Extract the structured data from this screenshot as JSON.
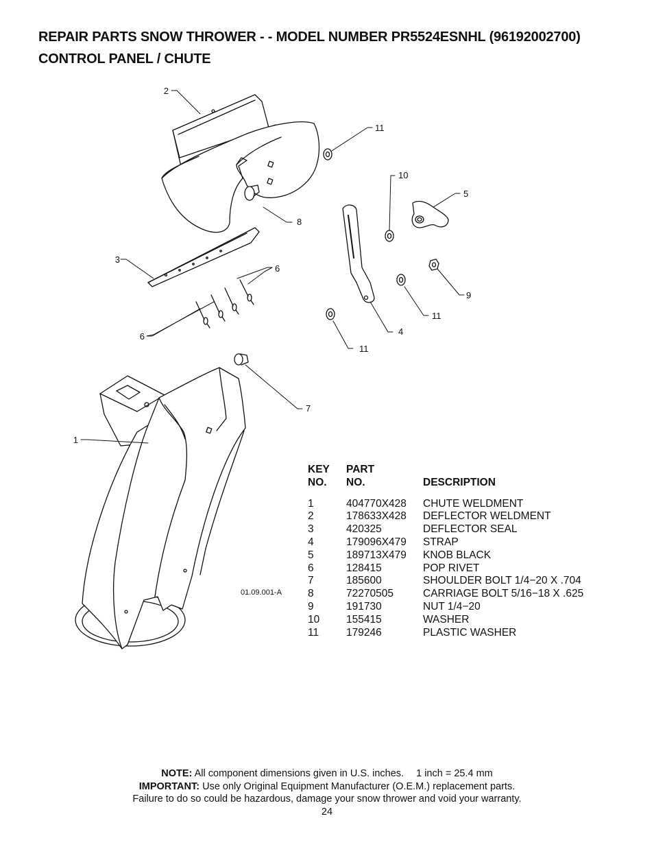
{
  "header": {
    "line1": "REPAIR PARTS SNOW THROWER - - MODEL NUMBER PR5524ESNHL (96192002700)",
    "line2": "CONTROL PANEL / CHUTE"
  },
  "diagram": {
    "drawing_code": "01.09.001-A",
    "callouts": [
      "1",
      "2",
      "3",
      "4",
      "5",
      "6",
      "6",
      "7",
      "8",
      "9",
      "10",
      "11",
      "11",
      "11"
    ]
  },
  "parts_table": {
    "headers": {
      "key_line1": "KEY",
      "key_line2": "NO.",
      "part_line1": "PART",
      "part_line2": "NO.",
      "description": "DESCRIPTION"
    },
    "rows": [
      {
        "key": "1",
        "part": "404770X428",
        "description": "CHUTE WELDMENT"
      },
      {
        "key": "2",
        "part": "178633X428",
        "description": "DEFLECTOR WELDMENT"
      },
      {
        "key": "3",
        "part": "420325",
        "description": "DEFLECTOR SEAL"
      },
      {
        "key": "4",
        "part": "179096X479",
        "description": "STRAP"
      },
      {
        "key": "5",
        "part": "189713X479",
        "description": "KNOB BLACK"
      },
      {
        "key": "6",
        "part": "128415",
        "description": "POP RIVET"
      },
      {
        "key": "7",
        "part": "185600",
        "description": "SHOULDER BOLT 1/4−20 X .704"
      },
      {
        "key": "8",
        "part": "72270505",
        "description": "CARRIAGE BOLT 5/16−18 X .625"
      },
      {
        "key": "9",
        "part": "191730",
        "description": "NUT 1/4−20"
      },
      {
        "key": "10",
        "part": "155415",
        "description": "WASHER"
      },
      {
        "key": "11",
        "part": "179246",
        "description": "PLASTIC WASHER"
      }
    ]
  },
  "footer": {
    "note_label": "NOTE:",
    "note_text": "All component dimensions given in U.S. inches.",
    "note_conversion": "1 inch = 25.4 mm",
    "important_label": "IMPORTANT:",
    "important_text": "Use only Original Equipment Manufacturer (O.E.M.) replacement parts.",
    "warning_text": "Failure to do so could be hazardous, damage your snow thrower and void your warranty.",
    "page_number": "24"
  }
}
